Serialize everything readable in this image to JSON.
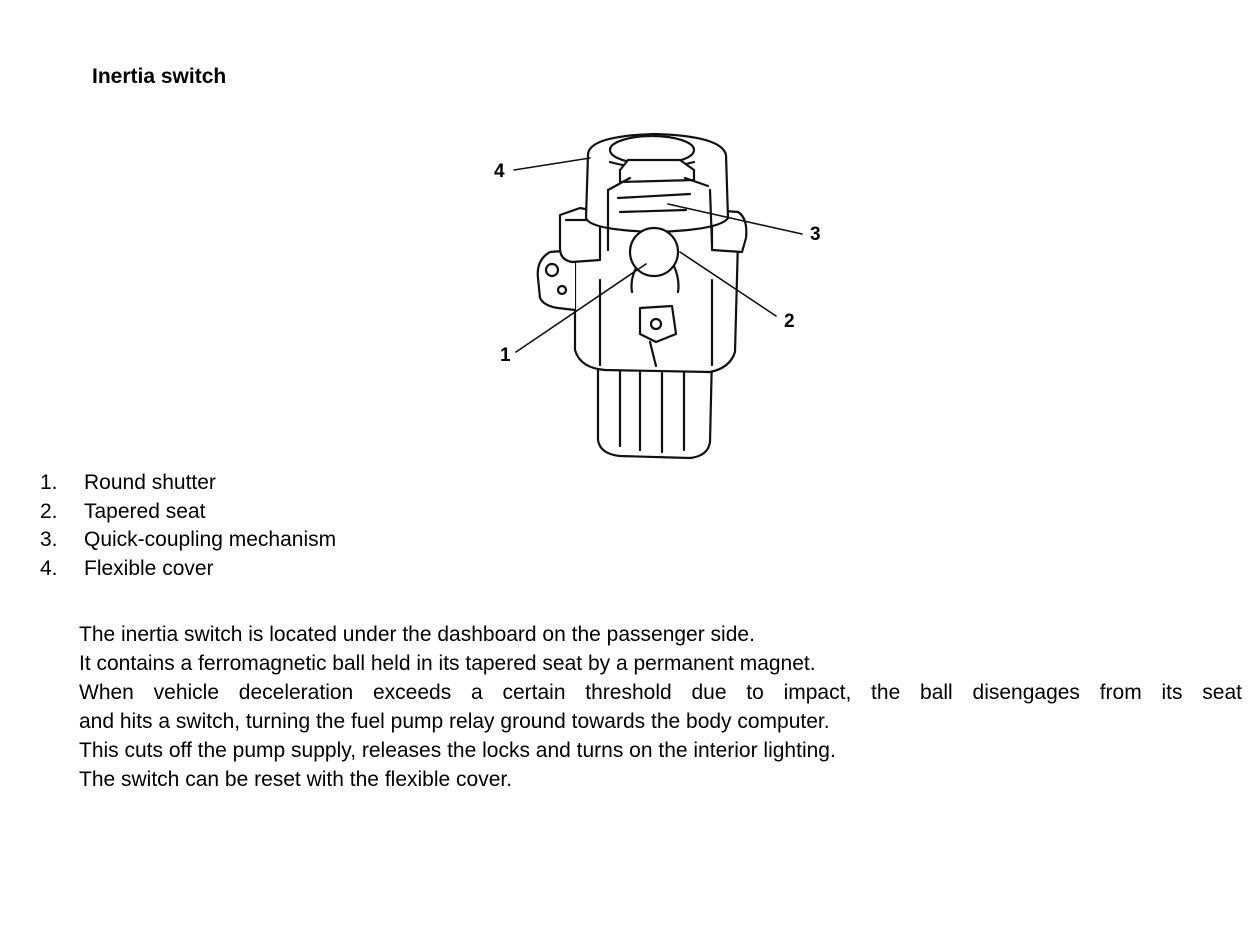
{
  "title": "Inertia switch",
  "figure": {
    "callouts": [
      "1",
      "2",
      "3",
      "4"
    ]
  },
  "legend": [
    {
      "num": "1.",
      "label": "Round shutter"
    },
    {
      "num": "2.",
      "label": "Tapered seat"
    },
    {
      "num": "3.",
      "label": "Quick-coupling mechanism"
    },
    {
      "num": "4.",
      "label": "Flexible cover"
    }
  ],
  "paragraph": [
    "The inertia switch is located under the dashboard on the passenger side.",
    "It contains a ferromagnetic ball held in its tapered seat by a permanent magnet.",
    "When vehicle deceleration exceeds a certain threshold due to impact, the ball disengages from its seat",
    "and hits a switch, turning the fuel pump relay ground towards the body computer.",
    "This cuts off the pump supply, releases the locks and turns on the interior lighting.",
    "The switch can be reset with the flexible cover."
  ]
}
